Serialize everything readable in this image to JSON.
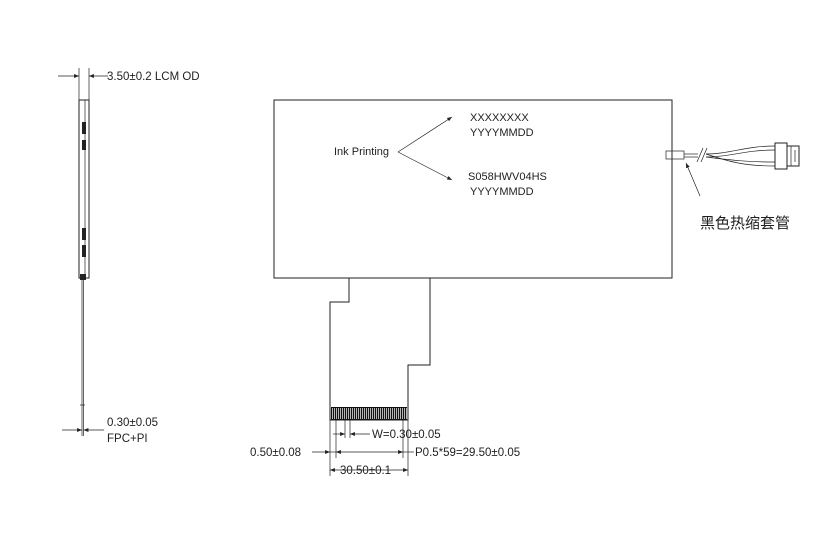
{
  "side_view": {
    "thickness_label": "3.50±0.2 LCM OD",
    "fpc_thickness_label": "0.30±0.05",
    "fpc_material_label": "FPC+PI"
  },
  "front_view": {
    "ink_printing_label": "Ink Printing",
    "print_line_1a": "XXXXXXXX",
    "print_line_1b": "YYYYMMDD",
    "print_line_2a": "S058HWV04HS",
    "print_line_2b": "YYYYMMDD",
    "cable_sleeve_label": "黑色热缩套管"
  },
  "fpc_dimensions": {
    "offset_label": "0.50±0.08",
    "width_label": "W=0.30±0.05",
    "pitch_label": "P0.5*59=29.50±0.05",
    "total_width_label": "30.50±0.1"
  }
}
